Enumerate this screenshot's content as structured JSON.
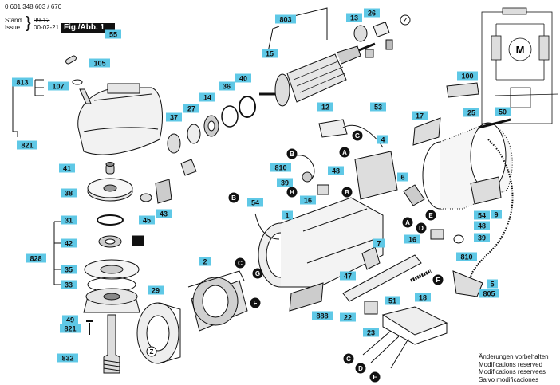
{
  "header": {
    "doc_number": "0 601 348 603 / 670",
    "stand_label": "Stand",
    "issue_label": "Issue",
    "stand_value": "99-12",
    "issue_value": "00-02-21",
    "figure_label": "Fig./Abb. 1"
  },
  "footer": {
    "lines": [
      "Änderungen vorbehalten",
      "Modifications reserved",
      "Modifications reservees",
      "Salvo modificaciones"
    ]
  },
  "part_labels": [
    "55",
    "105",
    "107",
    "813",
    "821",
    "41",
    "38",
    "31",
    "42",
    "828",
    "35",
    "33",
    "49",
    "821",
    "832",
    "45",
    "43",
    "37",
    "27",
    "14",
    "36",
    "40",
    "15",
    "803",
    "13",
    "26",
    "12",
    "53",
    "4",
    "48",
    "810",
    "39",
    "16",
    "1",
    "2",
    "29",
    "54",
    "100",
    "17",
    "25",
    "50",
    "9",
    "54",
    "48",
    "16",
    "39",
    "810",
    "7",
    "47",
    "18",
    "22",
    "888",
    "51",
    "23",
    "5",
    "805",
    "6"
  ],
  "connector_letters": [
    "Z",
    "Z",
    "B",
    "A",
    "B",
    "H",
    "G",
    "C",
    "G",
    "F",
    "A",
    "D",
    "E",
    "F",
    "C",
    "D",
    "E",
    "B"
  ],
  "symbols": {
    "motor_label": "M"
  }
}
